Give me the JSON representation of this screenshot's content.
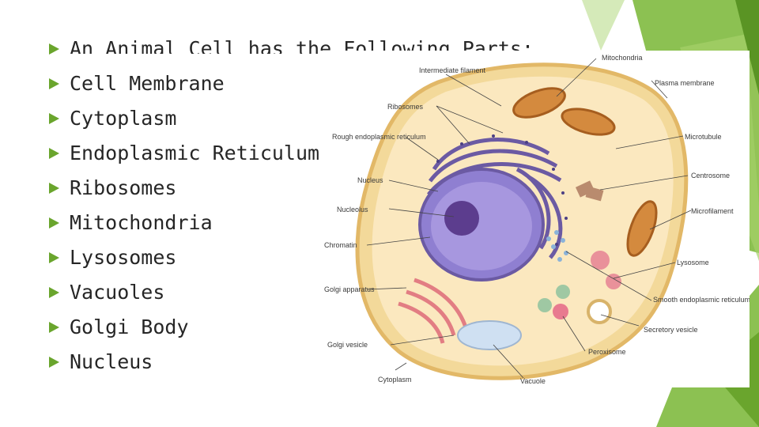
{
  "slide": {
    "bullets": [
      "An Animal Cell has the Following Parts:",
      "Cell Membrane",
      "Cytoplasm",
      "Endoplasmic Reticulum",
      "Ribosomes",
      "Mitochondria",
      "Lysosomes",
      "Vacuoles",
      "Golgi Body",
      "Nucleus"
    ],
    "accent_color": "#6aa52d"
  },
  "figure": {
    "labels": {
      "mitochondria": "Mitochondria",
      "intermediate_filament": "Intermediate filament",
      "plasma_membrane": "Plasma membrane",
      "ribosomes": "Ribosomes",
      "rough_er": "Rough endoplasmic reticulum",
      "microtubule": "Microtubule",
      "nucleus": "Nucleus",
      "centrosome": "Centrosome",
      "nucleolus": "Nucleolus",
      "microfilament": "Microfilament",
      "chromatin": "Chromatin",
      "lysosome": "Lysosome",
      "golgi_apparatus": "Golgi apparatus",
      "smooth_er": "Smooth endoplasmic reticulum",
      "secretory_vesicle": "Secretory vesicle",
      "golgi_vesicle": "Golgi vesicle",
      "peroxisome": "Peroxisome",
      "cytoplasm": "Cytoplasm",
      "vacuole": "Vacuole"
    }
  }
}
